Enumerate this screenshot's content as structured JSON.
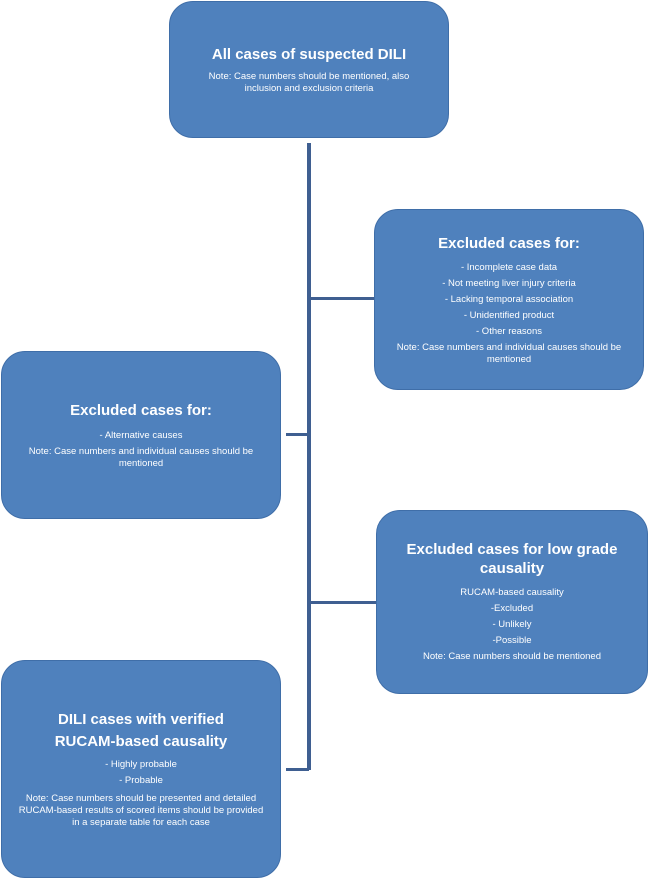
{
  "boxes": {
    "top": {
      "title": "All cases of suspected DILI",
      "note": "Note: Case numbers should be mentioned, also  inclusion and exclusion  criteria"
    },
    "right1": {
      "title": "Excluded cases for:",
      "items": [
        "- Incomplete case data",
        "- Not meeting liver injury criteria",
        "- Lacking temporal association",
        "- Unidentified product",
        "- Other reasons"
      ],
      "note": "Note: Case numbers and individual causes should be mentioned"
    },
    "left1": {
      "title": "Excluded cases for:",
      "items": [
        "- Alternative causes"
      ],
      "note": "Note: Case numbers and individual causes should be mentioned"
    },
    "right2": {
      "title": "Excluded cases for low grade causality",
      "items": [
        "RUCAM-based causality",
        "-Excluded",
        "- Unlikely",
        "-Possible",
        "Note: Case numbers should be mentioned"
      ]
    },
    "bottom": {
      "title_line1": "DILI cases with verified",
      "title_line2": "RUCAM-based causality",
      "items": [
        "- Highly probable",
        "- Probable"
      ],
      "note": "Note: Case numbers  should be presented and detailed RUCAM-based results of scored items should be provided in a separate table for each case"
    }
  },
  "colors": {
    "box_fill": "#4f81bd",
    "connector": "#3f5f91",
    "text": "#ffffff"
  }
}
